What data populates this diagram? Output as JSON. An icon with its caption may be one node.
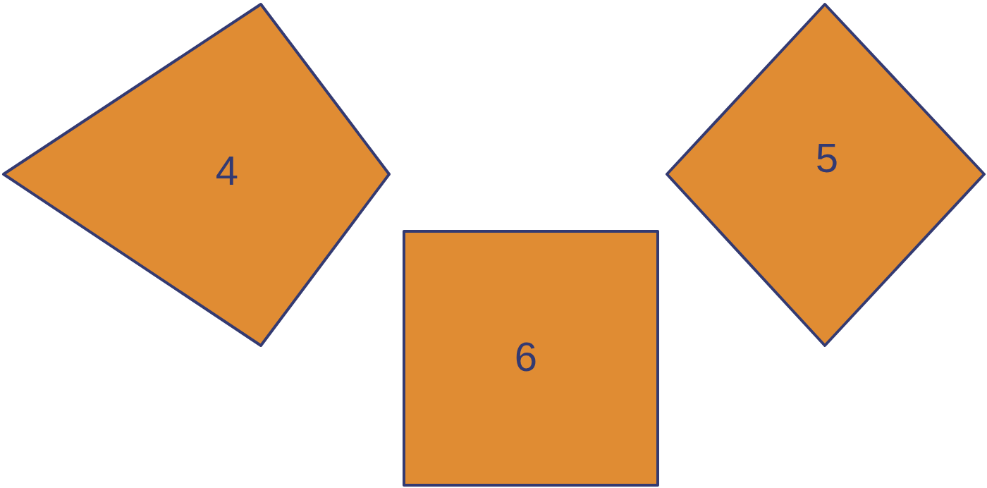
{
  "diagram": {
    "nodes": [
      {
        "text": [
          "4"
        ]
      },
      {
        "text": [
          "5"
        ]
      },
      {
        "text": [
          "6"
        ]
      }
    ]
  }
}
